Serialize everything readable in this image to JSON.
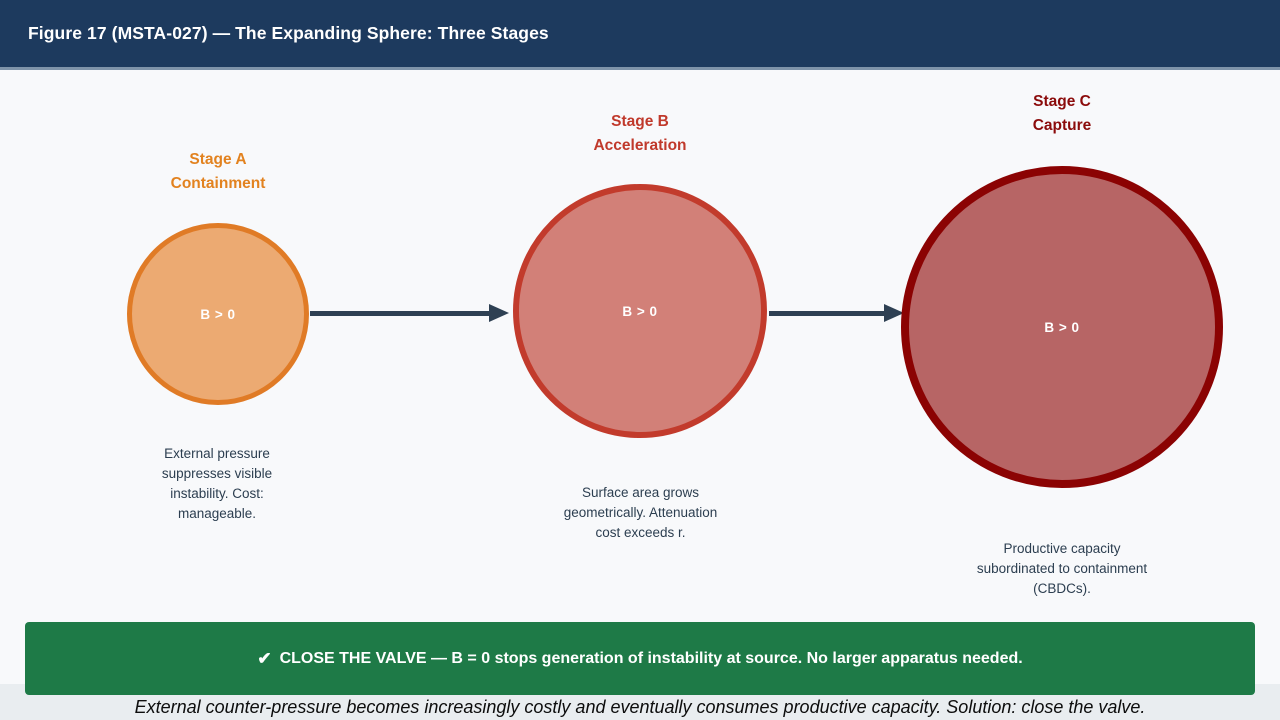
{
  "header": {
    "title": "Figure 17 (MSTA-027) — The Expanding Sphere: Three Stages"
  },
  "stages": [
    {
      "name": "Stage A",
      "subtitle": "Containment",
      "title_color": "#e2821f",
      "circle_fill": "#ecaa72",
      "circle_border": "#e07b26",
      "circle_label": "B > 0",
      "caption": "External pressure suppresses visible instability. Cost: manageable."
    },
    {
      "name": "Stage B",
      "subtitle": "Acceleration",
      "title_color": "#c0392b",
      "circle_fill": "#d28078",
      "circle_border": "#c23b2c",
      "circle_label": "B > 0",
      "caption": "Surface area grows geometrically. Attenuation cost exceeds r."
    },
    {
      "name": "Stage C",
      "subtitle": "Capture",
      "title_color": "#8b0b0b",
      "circle_fill": "#b76565",
      "circle_border": "#8b0303",
      "circle_label": "B > 0",
      "caption": "Productive capacity subordinated to containment (CBDCs)."
    }
  ],
  "banner": {
    "check": "✔",
    "text": "CLOSE THE VALVE — B = 0 stops generation of instability at source. No larger apparatus needed.",
    "bg": "#1e7a47"
  },
  "footer": {
    "text": "External counter-pressure becomes increasingly costly and eventually consumes productive capacity. Solution: close the valve."
  },
  "colors": {
    "header_bg": "#1d3a5e",
    "header_border": "#7e93a9",
    "canvas_bg": "#f8f9fb",
    "arrow": "#2e4053",
    "caption_text": "#2c3e50",
    "footer_bg": "#e9edf0"
  }
}
